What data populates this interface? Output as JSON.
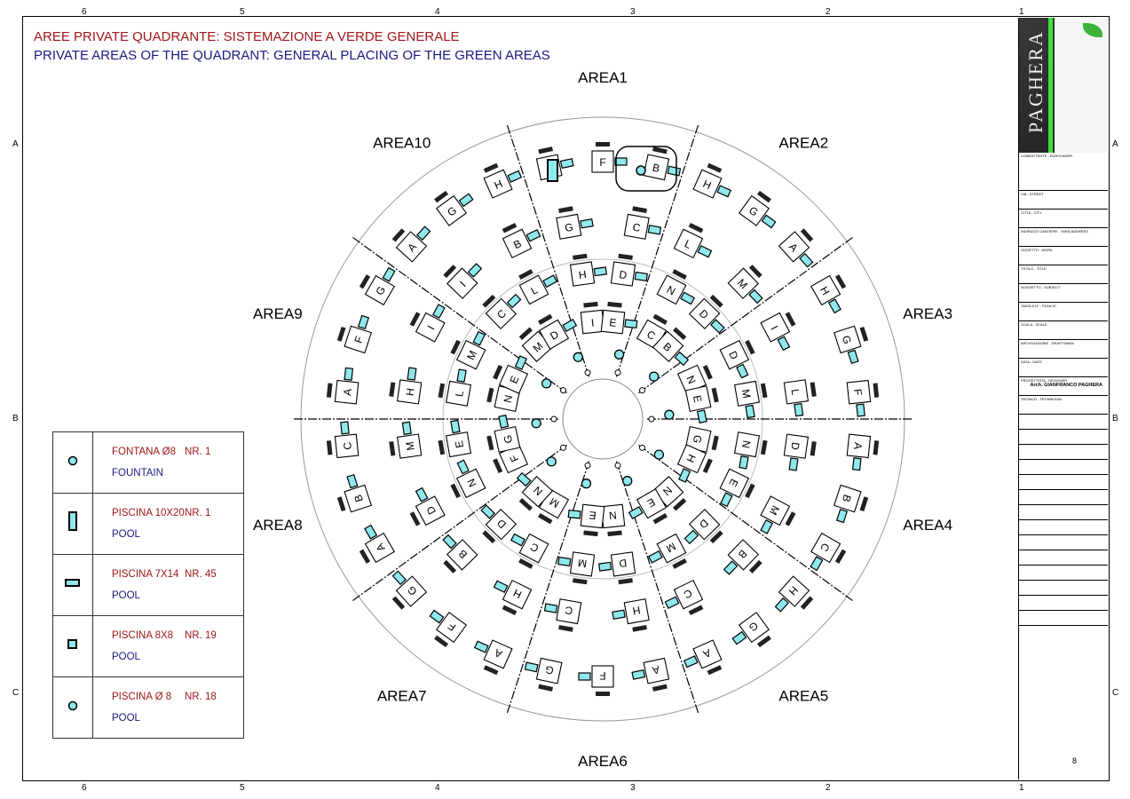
{
  "title_it": "AREE PRIVATE QUADRANTE: SISTEMAZIONE A VERDE GENERALE",
  "title_en": "PRIVATE AREAS OF THE QUADRANT: GENERAL PLACING OF THE GREEN AREAS",
  "grid": {
    "columns": [
      "6",
      "5",
      "4",
      "3",
      "2",
      "1"
    ],
    "rows": [
      "A",
      "B",
      "C"
    ]
  },
  "areas": [
    {
      "label": "AREA1",
      "lots": [
        "A",
        "F",
        "B",
        "G",
        "C",
        "H",
        "D",
        "I",
        "E"
      ]
    },
    {
      "label": "AREA2",
      "lots": [
        "H",
        "G",
        "A",
        "L",
        "M",
        "N",
        "D",
        "C",
        "B"
      ]
    },
    {
      "label": "AREA3",
      "lots": [
        "H",
        "G",
        "F",
        "I",
        "L",
        "D",
        "M",
        "N",
        "E"
      ]
    },
    {
      "label": "AREA4",
      "lots": [
        "A",
        "B",
        "C",
        "D",
        "M",
        "N",
        "E",
        "G",
        "H"
      ]
    },
    {
      "label": "AREA5",
      "lots": [
        "H",
        "G",
        "A",
        "B",
        "C",
        "D",
        "M",
        "N",
        "E"
      ]
    },
    {
      "label": "AREA6",
      "lots": [
        "A",
        "F",
        "G",
        "H",
        "C",
        "D",
        "M",
        "N",
        "E"
      ]
    },
    {
      "label": "AREA7",
      "lots": [
        "A",
        "F",
        "G",
        "H",
        "B",
        "C",
        "D",
        "M",
        "N"
      ]
    },
    {
      "label": "AREA8",
      "lots": [
        "A",
        "B",
        "C",
        "D",
        "M",
        "N",
        "E",
        "F",
        "G"
      ]
    },
    {
      "label": "AREA9",
      "lots": [
        "A",
        "F",
        "G",
        "H",
        "I",
        "L",
        "M",
        "N",
        "E"
      ]
    },
    {
      "label": "AREA10",
      "lots": [
        "A",
        "G",
        "H",
        "I",
        "B",
        "C",
        "L",
        "M",
        "D"
      ]
    }
  ],
  "legend": [
    {
      "name": "FONTANA  Ø8",
      "count": "NR. 1",
      "en": "FOUNTAIN",
      "symbol": "circle"
    },
    {
      "name": "PISCINA 10X20",
      "count": "NR. 1",
      "en": "POOL",
      "symbol": "rect-tall"
    },
    {
      "name": "PISCINA 7X14",
      "count": "NR. 45",
      "en": "POOL",
      "symbol": "rect-wide"
    },
    {
      "name": "PISCINA 8X8",
      "count": "NR. 19",
      "en": "POOL",
      "symbol": "square"
    },
    {
      "name": "PISCINA Ø 8",
      "count": "NR. 18",
      "en": "POOL",
      "symbol": "circle"
    }
  ],
  "title_block": {
    "brand": "PAGHERA",
    "fields": [
      "COMMITTENTE - PURCHASER",
      "VIA - STREET",
      "CITTA - CITY",
      "INDIRIZZO CANTIERE - YARD ADDRESS",
      "OGGETTO - WORK",
      "TITOLO - TITLE",
      "SOGGETTO - SUBJECT",
      "TAVOLA N° - PLAN N°",
      "SCALA - SCALE",
      "ARCHIVIAZIONE - DRAFTSMAN",
      "DATA - DATE",
      "PROGETTISTA - DESIGNER",
      "TECNICO - TECHNICIAN"
    ],
    "designer": "Arch. GIANFRANCO PAGHERA",
    "page": "8"
  },
  "colors": {
    "pool": "#8fe8ec",
    "red": "#a01818",
    "blue": "#1a1a80"
  }
}
